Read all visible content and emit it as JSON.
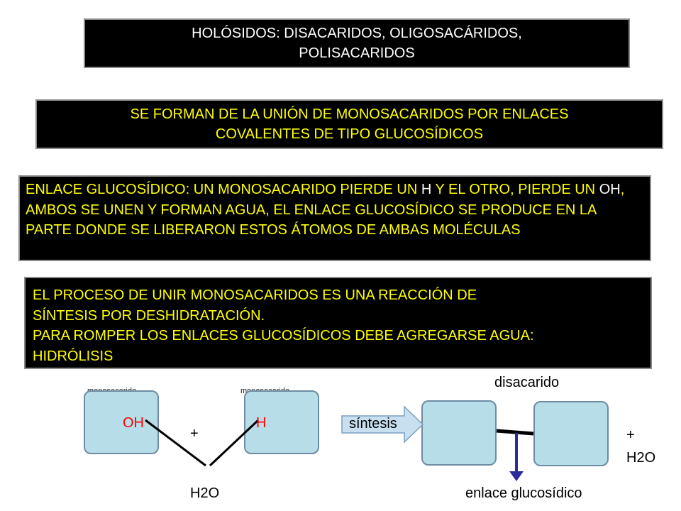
{
  "title": {
    "line1": "HOLÓSIDOS: DISACARIDOS, OLIGOSACÁRIDOS,",
    "line2": "POLISACARIDOS"
  },
  "formation": {
    "line1": "SE FORMAN DE LA UNIÓN DE MONOSACARIDOS POR ENLACES",
    "line2": "COVALENTES DE TIPO GLUCOSÍDICOS"
  },
  "bond": {
    "part1": "ENLACE GLUCOSÍDICO: UN MONOSACARIDO PIERDE UN ",
    "h": "H",
    "part2": " Y EL OTRO, PIERDE UN ",
    "oh": "OH",
    "part3": ", AMBOS SE UNEN Y FORMAN AGUA, EL ENLACE GLUCOSÍDICO SE PRODUCE EN LA PARTE DONDE SE LIBERARON ESTOS ÁTOMOS DE AMBAS MOLÉCULAS"
  },
  "process": {
    "line1": "EL PROCESO DE UNIR MONOSACARIDOS ES UNA REACCIÓN DE",
    "line2": "SÍNTESIS POR DESHIDRATACIÓN.",
    "line3": "PARA ROMPER LOS ENLACES GLUCOSÍDICOS DEBE AGREGARSE AGUA:",
    "line4": "HIDRÓLISIS"
  },
  "diagram": {
    "mono_left_label": "monosacarido",
    "mono_right_label": "monosacarido",
    "oh": "OH",
    "h": "H",
    "plus": "+",
    "water_product": "H2O",
    "arrow_label": "síntesis",
    "disaccharide_label": "disacarido",
    "plus_water_plus": "+",
    "plus_water": "H2O",
    "bond_label": "enlace glucosídico",
    "colors": {
      "monosaccharide_fill": "#b7dde8",
      "monosaccharide_border": "#6e8ca3",
      "arrow_fill": "#c8dff0",
      "bond_arrow": "#2b2b9b",
      "highlight": "#ff0000",
      "box_text": "#ffff00"
    }
  }
}
